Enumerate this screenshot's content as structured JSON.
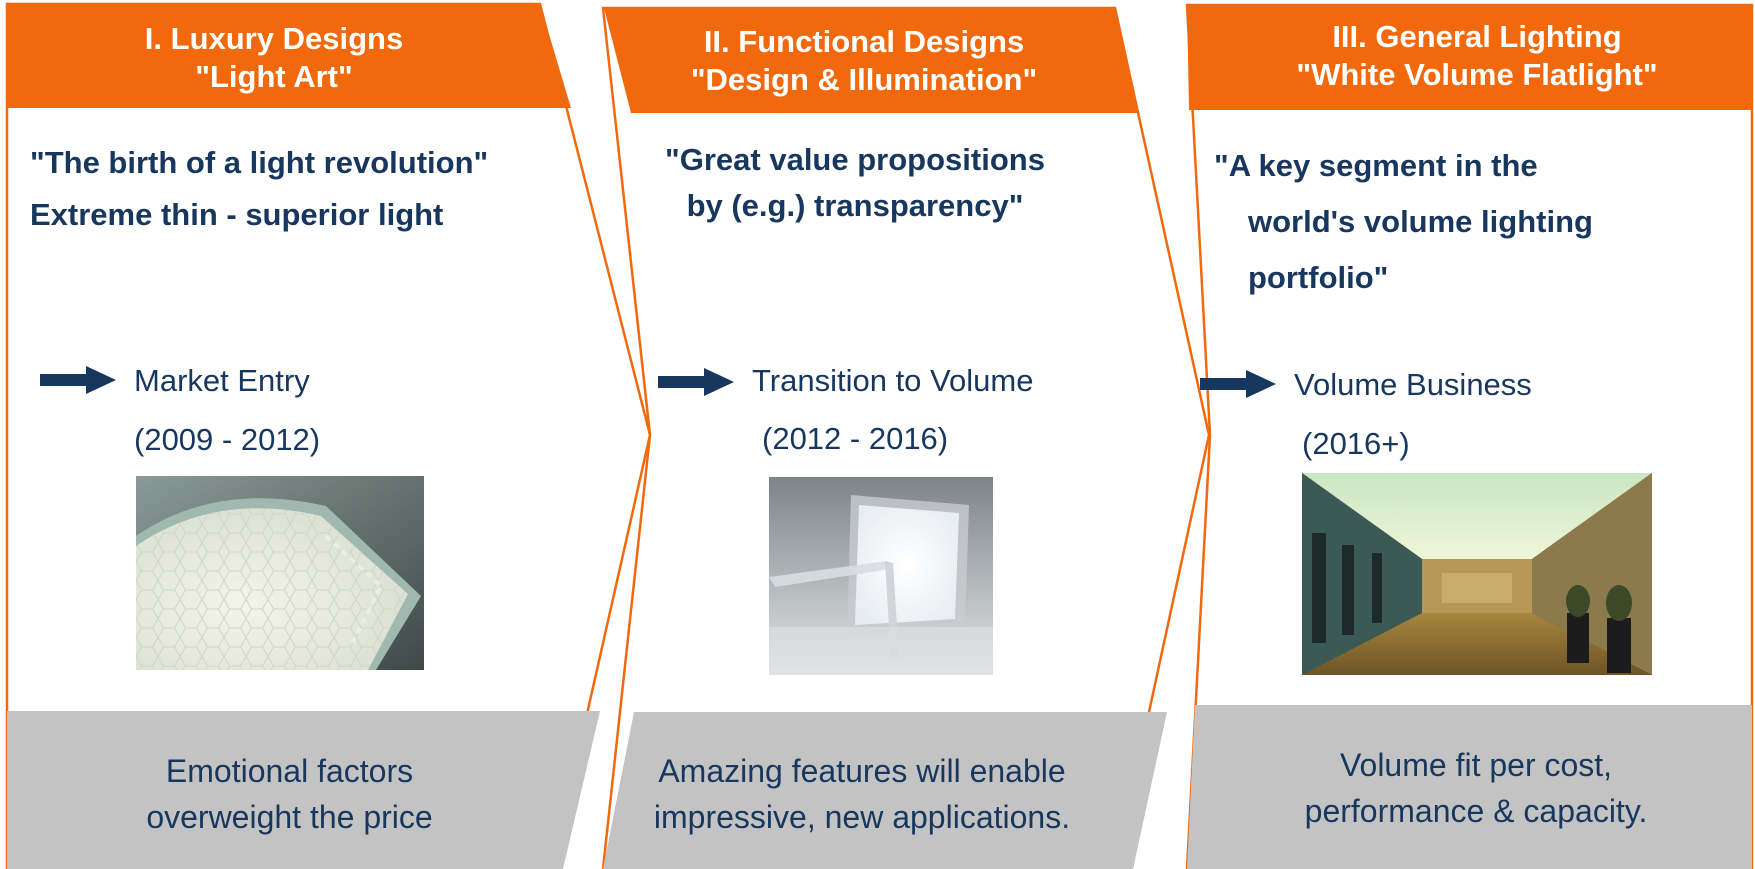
{
  "columns": [
    {
      "header_line1": "I. Luxury Designs",
      "header_line2": "\"Light Art\"",
      "quote_lines": [
        "\"The birth of a light revolution\"",
        "Extreme thin - superior light"
      ],
      "stage_label": "Market Entry",
      "stage_period": "(2009 - 2012)",
      "footer_line1": "Emotional factors",
      "footer_line2": "overweight the price"
    },
    {
      "header_line1": "II. Functional Designs",
      "header_line2": "\"Design & Illumination\"",
      "quote_lines": [
        "\"Great value propositions",
        "by (e.g.) transparency\""
      ],
      "stage_label": "Transition to Volume",
      "stage_period": "(2012 - 2016)",
      "footer_line1": "Amazing features will enable",
      "footer_line2": "impressive, new applications."
    },
    {
      "header_line1": "III. General Lighting",
      "header_line2": "\"White Volume Flatlight\"",
      "quote_lines": [
        "\"A key segment in the",
        "world's volume lighting",
        "portfolio\""
      ],
      "stage_label": "Volume Business",
      "stage_period": "(2016+)",
      "footer_line1": "Volume fit per cost,",
      "footer_line2": "performance & capacity."
    }
  ],
  "colors": {
    "header": "#f2690d",
    "outline": "#f2690d",
    "footer": "#c3c3c3",
    "text": "#17375e",
    "arrow": "#17375e"
  },
  "icons": [
    "right-arrow-icon"
  ]
}
